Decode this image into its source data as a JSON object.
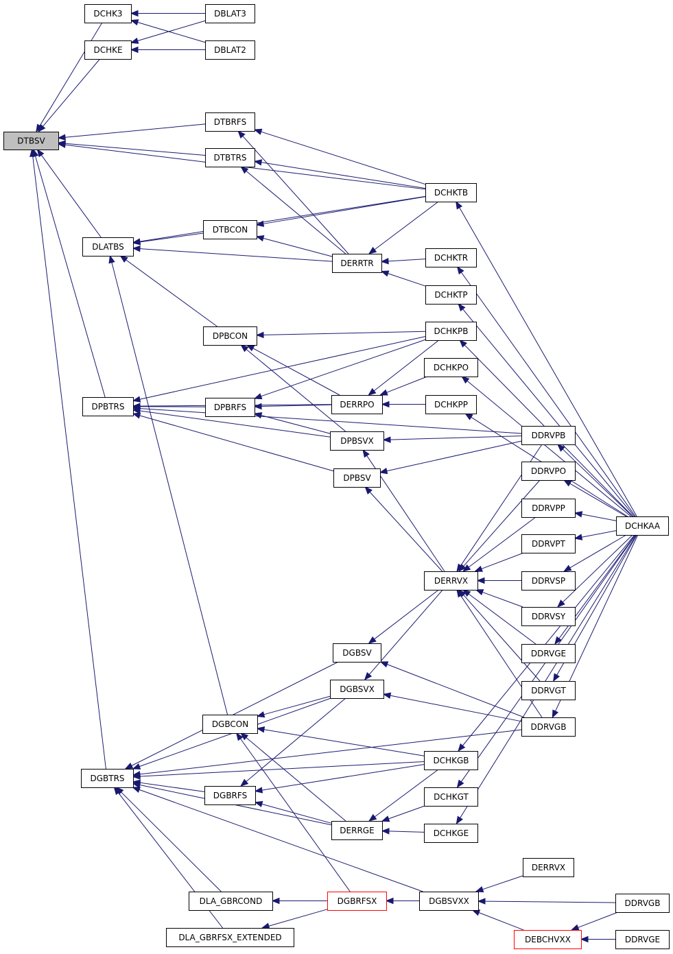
{
  "nodes": [
    {
      "id": "DTBSV",
      "label": "DTBSV",
      "style": "root"
    },
    {
      "id": "DCHK3",
      "label": "DCHK3"
    },
    {
      "id": "DCHKE",
      "label": "DCHKE"
    },
    {
      "id": "DBLAT3",
      "label": "DBLAT3"
    },
    {
      "id": "DBLAT2",
      "label": "DBLAT2"
    },
    {
      "id": "DTBRFS",
      "label": "DTBRFS"
    },
    {
      "id": "DTBTRS",
      "label": "DTBTRS"
    },
    {
      "id": "DCHKTB",
      "label": "DCHKTB"
    },
    {
      "id": "DLATBS",
      "label": "DLATBS"
    },
    {
      "id": "DTBCON",
      "label": "DTBCON"
    },
    {
      "id": "DERRTR",
      "label": "DERRTR"
    },
    {
      "id": "DCHKTR",
      "label": "DCHKTR"
    },
    {
      "id": "DCHKTP",
      "label": "DCHKTP"
    },
    {
      "id": "DPBCON",
      "label": "DPBCON"
    },
    {
      "id": "DCHKPB",
      "label": "DCHKPB"
    },
    {
      "id": "DCHKPO",
      "label": "DCHKPO"
    },
    {
      "id": "DPBTRS",
      "label": "DPBTRS"
    },
    {
      "id": "DPBRFS",
      "label": "DPBRFS"
    },
    {
      "id": "DERRPO",
      "label": "DERRPO"
    },
    {
      "id": "DCHKPP",
      "label": "DCHKPP"
    },
    {
      "id": "DPBSVX",
      "label": "DPBSVX"
    },
    {
      "id": "DDRVPB",
      "label": "DDRVPB"
    },
    {
      "id": "DPBSV",
      "label": "DPBSV"
    },
    {
      "id": "DDRVPO",
      "label": "DDRVPO"
    },
    {
      "id": "DDRVPP",
      "label": "DDRVPP"
    },
    {
      "id": "DCHKAA",
      "label": "DCHKAA"
    },
    {
      "id": "DDRVPT",
      "label": "DDRVPT"
    },
    {
      "id": "DERRVX",
      "label": "DERRVX"
    },
    {
      "id": "DDRVSP",
      "label": "DDRVSP"
    },
    {
      "id": "DDRVSY",
      "label": "DDRVSY"
    },
    {
      "id": "DGBSV",
      "label": "DGBSV"
    },
    {
      "id": "DDRVGE",
      "label": "DDRVGE"
    },
    {
      "id": "DGBSVX",
      "label": "DGBSVX"
    },
    {
      "id": "DDRVGT",
      "label": "DDRVGT"
    },
    {
      "id": "DGBCON",
      "label": "DGBCON"
    },
    {
      "id": "DDRVGB",
      "label": "DDRVGB"
    },
    {
      "id": "DCHKGB",
      "label": "DCHKGB"
    },
    {
      "id": "DGBTRS",
      "label": "DGBTRS"
    },
    {
      "id": "DGBRFS",
      "label": "DGBRFS"
    },
    {
      "id": "DCHKGT",
      "label": "DCHKGT"
    },
    {
      "id": "DERRGE",
      "label": "DERRGE"
    },
    {
      "id": "DCHKGE",
      "label": "DCHKGE"
    },
    {
      "id": "DERRVX2",
      "label": "DERRVX"
    },
    {
      "id": "DLA_GBRCOND",
      "label": "DLA_GBRCOND"
    },
    {
      "id": "DGBRFSX",
      "label": "DGBRFSX",
      "style": "red"
    },
    {
      "id": "DGBSVXX",
      "label": "DGBSVXX"
    },
    {
      "id": "DDRVGB2",
      "label": "DDRVGB"
    },
    {
      "id": "DLA_GBRFSX_EXTENDED",
      "label": "DLA_GBRFSX_EXTENDED"
    },
    {
      "id": "DEBCHVXX",
      "label": "DEBCHVXX",
      "style": "red"
    },
    {
      "id": "DDRVGE2",
      "label": "DDRVGE"
    }
  ],
  "edges": [
    [
      "DCHK3",
      "DTBSV"
    ],
    [
      "DCHKE",
      "DTBSV"
    ],
    [
      "DTBRFS",
      "DTBSV"
    ],
    [
      "DTBTRS",
      "DTBSV"
    ],
    [
      "DCHKTB",
      "DTBSV"
    ],
    [
      "DLATBS",
      "DTBSV"
    ],
    [
      "DPBTRS",
      "DTBSV"
    ],
    [
      "DGBTRS",
      "DTBSV"
    ],
    [
      "DBLAT3",
      "DCHK3"
    ],
    [
      "DBLAT2",
      "DCHK3"
    ],
    [
      "DBLAT3",
      "DCHKE"
    ],
    [
      "DBLAT2",
      "DCHKE"
    ],
    [
      "DCHKTB",
      "DTBRFS"
    ],
    [
      "DERRTR",
      "DTBRFS"
    ],
    [
      "DCHKTB",
      "DTBTRS"
    ],
    [
      "DERRTR",
      "DTBTRS"
    ],
    [
      "DCHKAA",
      "DCHKTB"
    ],
    [
      "DTBCON",
      "DLATBS"
    ],
    [
      "DERRTR",
      "DLATBS"
    ],
    [
      "DCHKTB",
      "DLATBS"
    ],
    [
      "DPBCON",
      "DLATBS"
    ],
    [
      "DGBCON",
      "DLATBS"
    ],
    [
      "DCHKTB",
      "DTBCON"
    ],
    [
      "DERRTR",
      "DTBCON"
    ],
    [
      "DCHKTB",
      "DERRTR"
    ],
    [
      "DCHKTR",
      "DERRTR"
    ],
    [
      "DCHKTP",
      "DERRTR"
    ],
    [
      "DCHKAA",
      "DCHKTR"
    ],
    [
      "DCHKAA",
      "DCHKTP"
    ],
    [
      "DCHKPB",
      "DPBCON"
    ],
    [
      "DERRPO",
      "DPBCON"
    ],
    [
      "DPBSVX",
      "DPBCON"
    ],
    [
      "DCHKAA",
      "DCHKPB"
    ],
    [
      "DCHKAA",
      "DCHKPO"
    ],
    [
      "DCHKAA",
      "DCHKPP"
    ],
    [
      "DCHKPB",
      "DPBTRS"
    ],
    [
      "DPBRFS",
      "DPBTRS"
    ],
    [
      "DERRPO",
      "DPBTRS"
    ],
    [
      "DPBSVX",
      "DPBTRS"
    ],
    [
      "DPBSV",
      "DPBTRS"
    ],
    [
      "DDRVPB",
      "DPBTRS"
    ],
    [
      "DCHKPB",
      "DPBRFS"
    ],
    [
      "DERRPO",
      "DPBRFS"
    ],
    [
      "DPBSVX",
      "DPBRFS"
    ],
    [
      "DCHKPB",
      "DERRPO"
    ],
    [
      "DCHKPO",
      "DERRPO"
    ],
    [
      "DCHKPP",
      "DERRPO"
    ],
    [
      "DDRVPB",
      "DPBSVX"
    ],
    [
      "DERRVX",
      "DPBSVX"
    ],
    [
      "DDRVPB",
      "DPBSV"
    ],
    [
      "DERRVX",
      "DPBSV"
    ],
    [
      "DCHKAA",
      "DDRVPB"
    ],
    [
      "DCHKAA",
      "DDRVPO"
    ],
    [
      "DCHKAA",
      "DDRVPP"
    ],
    [
      "DCHKAA",
      "DDRVPT"
    ],
    [
      "DCHKAA",
      "DDRVSP"
    ],
    [
      "DCHKAA",
      "DDRVSY"
    ],
    [
      "DCHKAA",
      "DDRVGE"
    ],
    [
      "DCHKAA",
      "DDRVGT"
    ],
    [
      "DCHKAA",
      "DDRVGB"
    ],
    [
      "DDRVPB",
      "DERRVX"
    ],
    [
      "DDRVPO",
      "DERRVX"
    ],
    [
      "DDRVPP",
      "DERRVX"
    ],
    [
      "DDRVPT",
      "DERRVX"
    ],
    [
      "DDRVSP",
      "DERRVX"
    ],
    [
      "DDRVSY",
      "DERRVX"
    ],
    [
      "DDRVGE",
      "DERRVX"
    ],
    [
      "DDRVGT",
      "DERRVX"
    ],
    [
      "DDRVGB",
      "DERRVX"
    ],
    [
      "DERRVX",
      "DGBSV"
    ],
    [
      "DDRVGB",
      "DGBSV"
    ],
    [
      "DERRVX",
      "DGBSVX"
    ],
    [
      "DDRVGB",
      "DGBSVX"
    ],
    [
      "DGBSVX",
      "DGBCON"
    ],
    [
      "DCHKGB",
      "DGBCON"
    ],
    [
      "DERRGE",
      "DGBCON"
    ],
    [
      "DGBRFSX",
      "DGBCON"
    ],
    [
      "DCHKAA",
      "DCHKGB"
    ],
    [
      "DCHKAA",
      "DCHKGT"
    ],
    [
      "DCHKAA",
      "DCHKGE"
    ],
    [
      "DGBSV",
      "DGBTRS"
    ],
    [
      "DGBSVX",
      "DGBTRS"
    ],
    [
      "DDRVGB",
      "DGBTRS"
    ],
    [
      "DCHKGB",
      "DGBTRS"
    ],
    [
      "DGBRFS",
      "DGBTRS"
    ],
    [
      "DERRGE",
      "DGBTRS"
    ],
    [
      "DGBSVXX",
      "DGBTRS"
    ],
    [
      "DLA_GBRCOND",
      "DGBTRS"
    ],
    [
      "DLA_GBRFSX_EXTENDED",
      "DGBTRS"
    ],
    [
      "DGBSVX",
      "DGBRFS"
    ],
    [
      "DCHKGB",
      "DGBRFS"
    ],
    [
      "DERRGE",
      "DGBRFS"
    ],
    [
      "DCHKGB",
      "DERRGE"
    ],
    [
      "DCHKGT",
      "DERRGE"
    ],
    [
      "DCHKGE",
      "DERRGE"
    ],
    [
      "DGBRFSX",
      "DLA_GBRCOND"
    ],
    [
      "DGBRFSX",
      "DLA_GBRFSX_EXTENDED"
    ],
    [
      "DGBSVXX",
      "DGBRFSX"
    ],
    [
      "DERRVX2",
      "DGBSVXX"
    ],
    [
      "DDRVGB2",
      "DGBSVXX"
    ],
    [
      "DEBCHVXX",
      "DGBSVXX"
    ],
    [
      "DDRVGB2",
      "DEBCHVXX"
    ],
    [
      "DDRVGE2",
      "DEBCHVXX"
    ]
  ]
}
